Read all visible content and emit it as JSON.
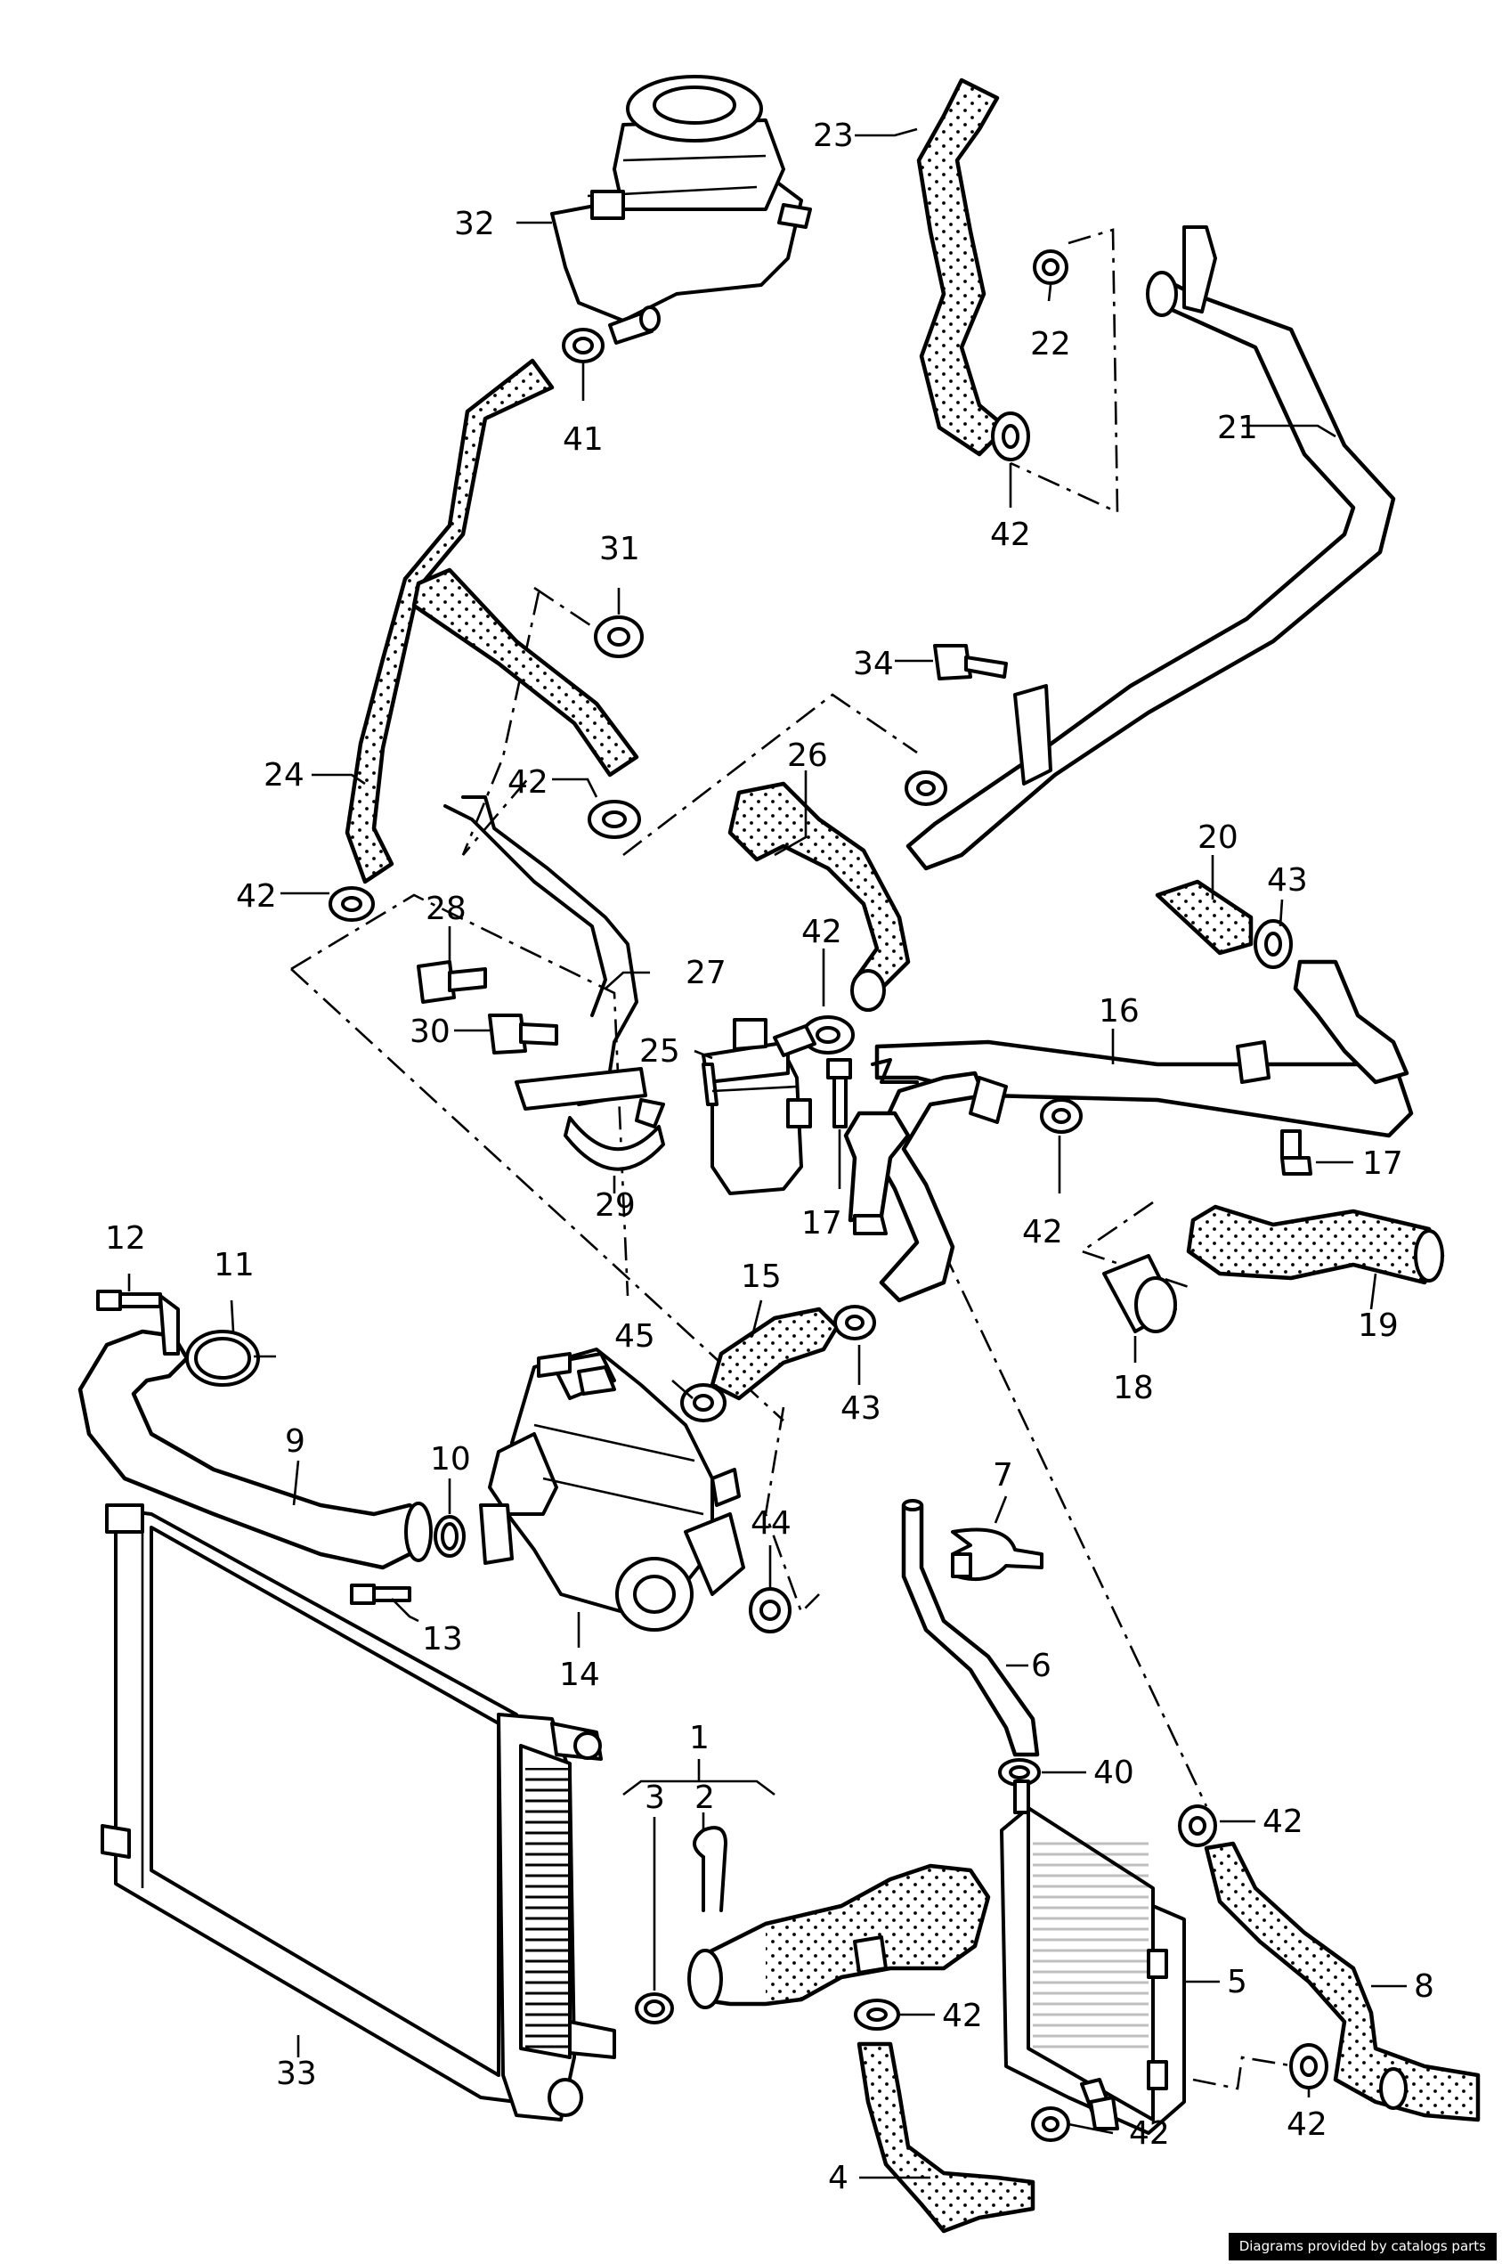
{
  "credit": "Diagrams provided by catalogs parts",
  "callouts": {
    "c1": "1",
    "c2": "2",
    "c3": "3",
    "c4": "4",
    "c5": "5",
    "c6": "6",
    "c7": "7",
    "c8": "8",
    "c9": "9",
    "c10": "10",
    "c11": "11",
    "c12": "12",
    "c13": "13",
    "c14": "14",
    "c15": "15",
    "c16": "16",
    "c17a": "17",
    "c17b": "17",
    "c18": "18",
    "c19": "19",
    "c20": "20",
    "c21": "21",
    "c22": "22",
    "c23": "23",
    "c24": "24",
    "c25": "25",
    "c26": "26",
    "c27": "27",
    "c28": "28",
    "c29": "29",
    "c30": "30",
    "c31": "31",
    "c32": "32",
    "c33": "33",
    "c34": "34",
    "c40": "40",
    "c41": "41",
    "c42a": "42",
    "c42b": "42",
    "c42c": "42",
    "c42d": "42",
    "c42e": "42",
    "c42f": "42",
    "c42g": "42",
    "c42h": "42",
    "c42i": "42",
    "c43a": "43",
    "c43b": "43",
    "c44": "44",
    "c45": "45"
  }
}
